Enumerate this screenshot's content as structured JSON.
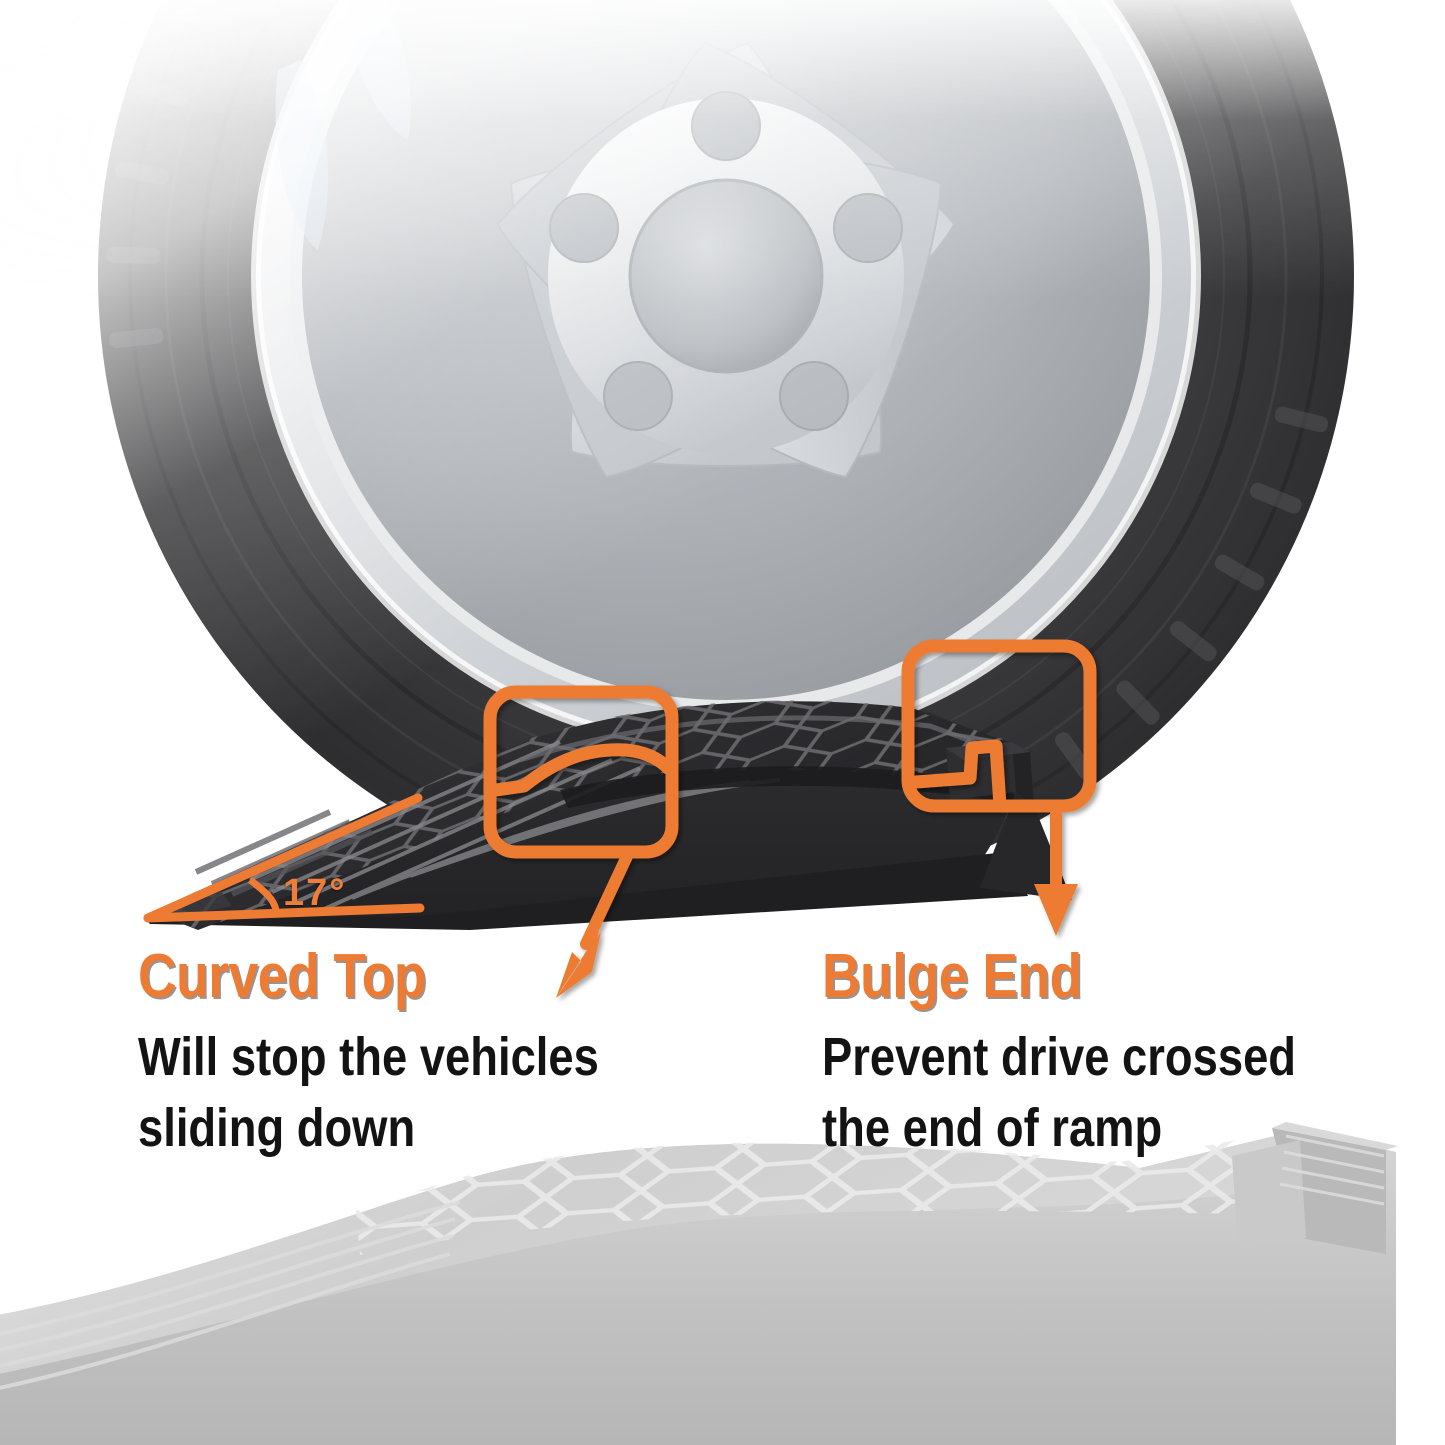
{
  "product": {
    "type": "vehicle-service-ramp",
    "angle_label": "17°",
    "accent_color": "#ED7B33",
    "body_color": "#2B2B2D",
    "ghost_color": "#BFBFBF"
  },
  "features": [
    {
      "id": "curved-top",
      "title": "Curved Top",
      "body_lines": [
        "Will stop the vehicles",
        "sliding down"
      ],
      "callout": "rounded-square-highlight",
      "arrow": "diagonal-down-left-arrow"
    },
    {
      "id": "bulge-end",
      "title": "Bulge End",
      "body_lines": [
        "Prevent drive crossed",
        "the end of ramp"
      ],
      "callout": "rounded-square-highlight",
      "arrow": "straight-down-arrow"
    }
  ],
  "annotations": {
    "angle": {
      "value": "17°",
      "color": "#ED7B33"
    }
  },
  "scene": {
    "wheel": "alloy-wheel-with-tire",
    "ramp": "black-ramp-with-honeycomb-grip",
    "ghost_ramp": "faded-grey-ramp-honeycomb-top"
  }
}
